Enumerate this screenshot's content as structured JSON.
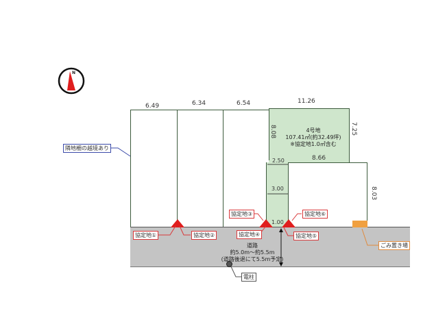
{
  "compass": {
    "label": "N",
    "icon": "north-arrow-icon"
  },
  "frontages": {
    "lot1": "6.49",
    "lot2": "6.34",
    "lot3": "6.54",
    "lot4": "11.26"
  },
  "lot4": {
    "name": "4号地",
    "area": "107.41㎡(約32.49坪)",
    "note": "※協定地1.0㎡含む",
    "depth_left": "8.08",
    "depth_right": "7.25",
    "notch_width": "2.50",
    "rear_width": "8.66",
    "passage_width": "3.00",
    "gate_width": "1.00"
  },
  "lot5": {
    "depth": "8.03"
  },
  "annotations": {
    "neighbor_fence": "隣地柵の越境あり",
    "agreement1": "協定地①",
    "agreement2": "協定地②",
    "agreement3": "協定地③",
    "agreement4": "協定地④",
    "agreement5": "協定地⑤",
    "agreement6": "協定地⑥",
    "garbage": "ごみ置き場",
    "pole": "電柱"
  },
  "road": {
    "title": "道路",
    "width": "約5.0m～約5.5m",
    "note": "(道路後退にて5.5m予定)"
  },
  "colors": {
    "lot_green": "#cfe6cc",
    "agreement_red": "#e01e1e",
    "road_gray": "#c4c4c4",
    "garbage_orange": "#f0a040"
  }
}
